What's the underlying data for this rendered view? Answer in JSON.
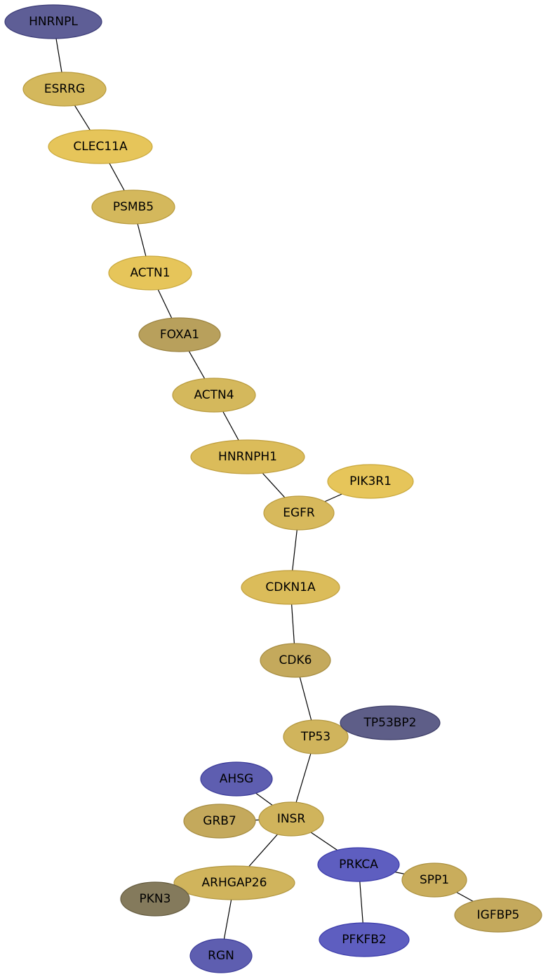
{
  "network": {
    "nodes": [
      {
        "id": "HNRNPL",
        "label": "HNRNPL",
        "fill": "#5e5e96",
        "stroke": "#3b3b77"
      },
      {
        "id": "ESRRG",
        "label": "ESRRG",
        "fill": "#d4b85c",
        "stroke": "#b89a3c"
      },
      {
        "id": "CLEC11A",
        "label": "CLEC11A",
        "fill": "#e6c55a",
        "stroke": "#c9a83c"
      },
      {
        "id": "PSMB5",
        "label": "PSMB5",
        "fill": "#d4b85c",
        "stroke": "#b89a3c"
      },
      {
        "id": "ACTN1",
        "label": "ACTN1",
        "fill": "#e6c55a",
        "stroke": "#c9a83c"
      },
      {
        "id": "FOXA1",
        "label": "FOXA1",
        "fill": "#b8a05c",
        "stroke": "#9a8240"
      },
      {
        "id": "ACTN4",
        "label": "ACTN4",
        "fill": "#d4b85c",
        "stroke": "#b89a3c"
      },
      {
        "id": "HNRNPH1",
        "label": "HNRNPH1",
        "fill": "#dbbc5a",
        "stroke": "#c09e3c"
      },
      {
        "id": "PIK3R1",
        "label": "PIK3R1",
        "fill": "#e6c55a",
        "stroke": "#c9a83c"
      },
      {
        "id": "EGFR",
        "label": "EGFR",
        "fill": "#d7b95c",
        "stroke": "#bb9c3e"
      },
      {
        "id": "CDKN1A",
        "label": "CDKN1A",
        "fill": "#dbbc5a",
        "stroke": "#c09e3c"
      },
      {
        "id": "CDK6",
        "label": "CDK6",
        "fill": "#c4a95c",
        "stroke": "#a68c40"
      },
      {
        "id": "TP53",
        "label": "TP53",
        "fill": "#d0b45c",
        "stroke": "#b2963e"
      },
      {
        "id": "TP53BP2",
        "label": "TP53BP2",
        "fill": "#5e5e88",
        "stroke": "#3b3b66"
      },
      {
        "id": "AHSG",
        "label": "AHSG",
        "fill": "#5e5eb0",
        "stroke": "#3b3b99"
      },
      {
        "id": "GRB7",
        "label": "GRB7",
        "fill": "#c4a95c",
        "stroke": "#a68c40"
      },
      {
        "id": "INSR",
        "label": "INSR",
        "fill": "#d0b45c",
        "stroke": "#b2963e"
      },
      {
        "id": "PRKCA",
        "label": "PRKCA",
        "fill": "#5e5ec0",
        "stroke": "#3b3baa"
      },
      {
        "id": "SPP1",
        "label": "SPP1",
        "fill": "#c9ad5c",
        "stroke": "#ab903e"
      },
      {
        "id": "ARHGAP26",
        "label": "ARHGAP26",
        "fill": "#d0b45c",
        "stroke": "#b2963e"
      },
      {
        "id": "PKN3",
        "label": "PKN3",
        "fill": "#847a5c",
        "stroke": "#655c40"
      },
      {
        "id": "IGFBP5",
        "label": "IGFBP5",
        "fill": "#c4a95c",
        "stroke": "#a68c40"
      },
      {
        "id": "PFKFB2",
        "label": "PFKFB2",
        "fill": "#5e5ec0",
        "stroke": "#3b3baa"
      },
      {
        "id": "RGN",
        "label": "RGN",
        "fill": "#5e5eb0",
        "stroke": "#3b3b99"
      }
    ],
    "edges": [
      [
        "HNRNPL",
        "ESRRG"
      ],
      [
        "ESRRG",
        "CLEC11A"
      ],
      [
        "CLEC11A",
        "PSMB5"
      ],
      [
        "PSMB5",
        "ACTN1"
      ],
      [
        "ACTN1",
        "FOXA1"
      ],
      [
        "FOXA1",
        "ACTN4"
      ],
      [
        "ACTN4",
        "HNRNPH1"
      ],
      [
        "HNRNPH1",
        "EGFR"
      ],
      [
        "EGFR",
        "PIK3R1"
      ],
      [
        "EGFR",
        "CDKN1A"
      ],
      [
        "CDKN1A",
        "CDK6"
      ],
      [
        "CDK6",
        "TP53"
      ],
      [
        "TP53",
        "TP53BP2"
      ],
      [
        "TP53",
        "INSR"
      ],
      [
        "INSR",
        "AHSG"
      ],
      [
        "INSR",
        "GRB7"
      ],
      [
        "INSR",
        "ARHGAP26"
      ],
      [
        "INSR",
        "PRKCA"
      ],
      [
        "PRKCA",
        "SPP1"
      ],
      [
        "PRKCA",
        "PFKFB2"
      ],
      [
        "SPP1",
        "IGFBP5"
      ],
      [
        "ARHGAP26",
        "PKN3"
      ],
      [
        "ARHGAP26",
        "RGN"
      ]
    ]
  }
}
